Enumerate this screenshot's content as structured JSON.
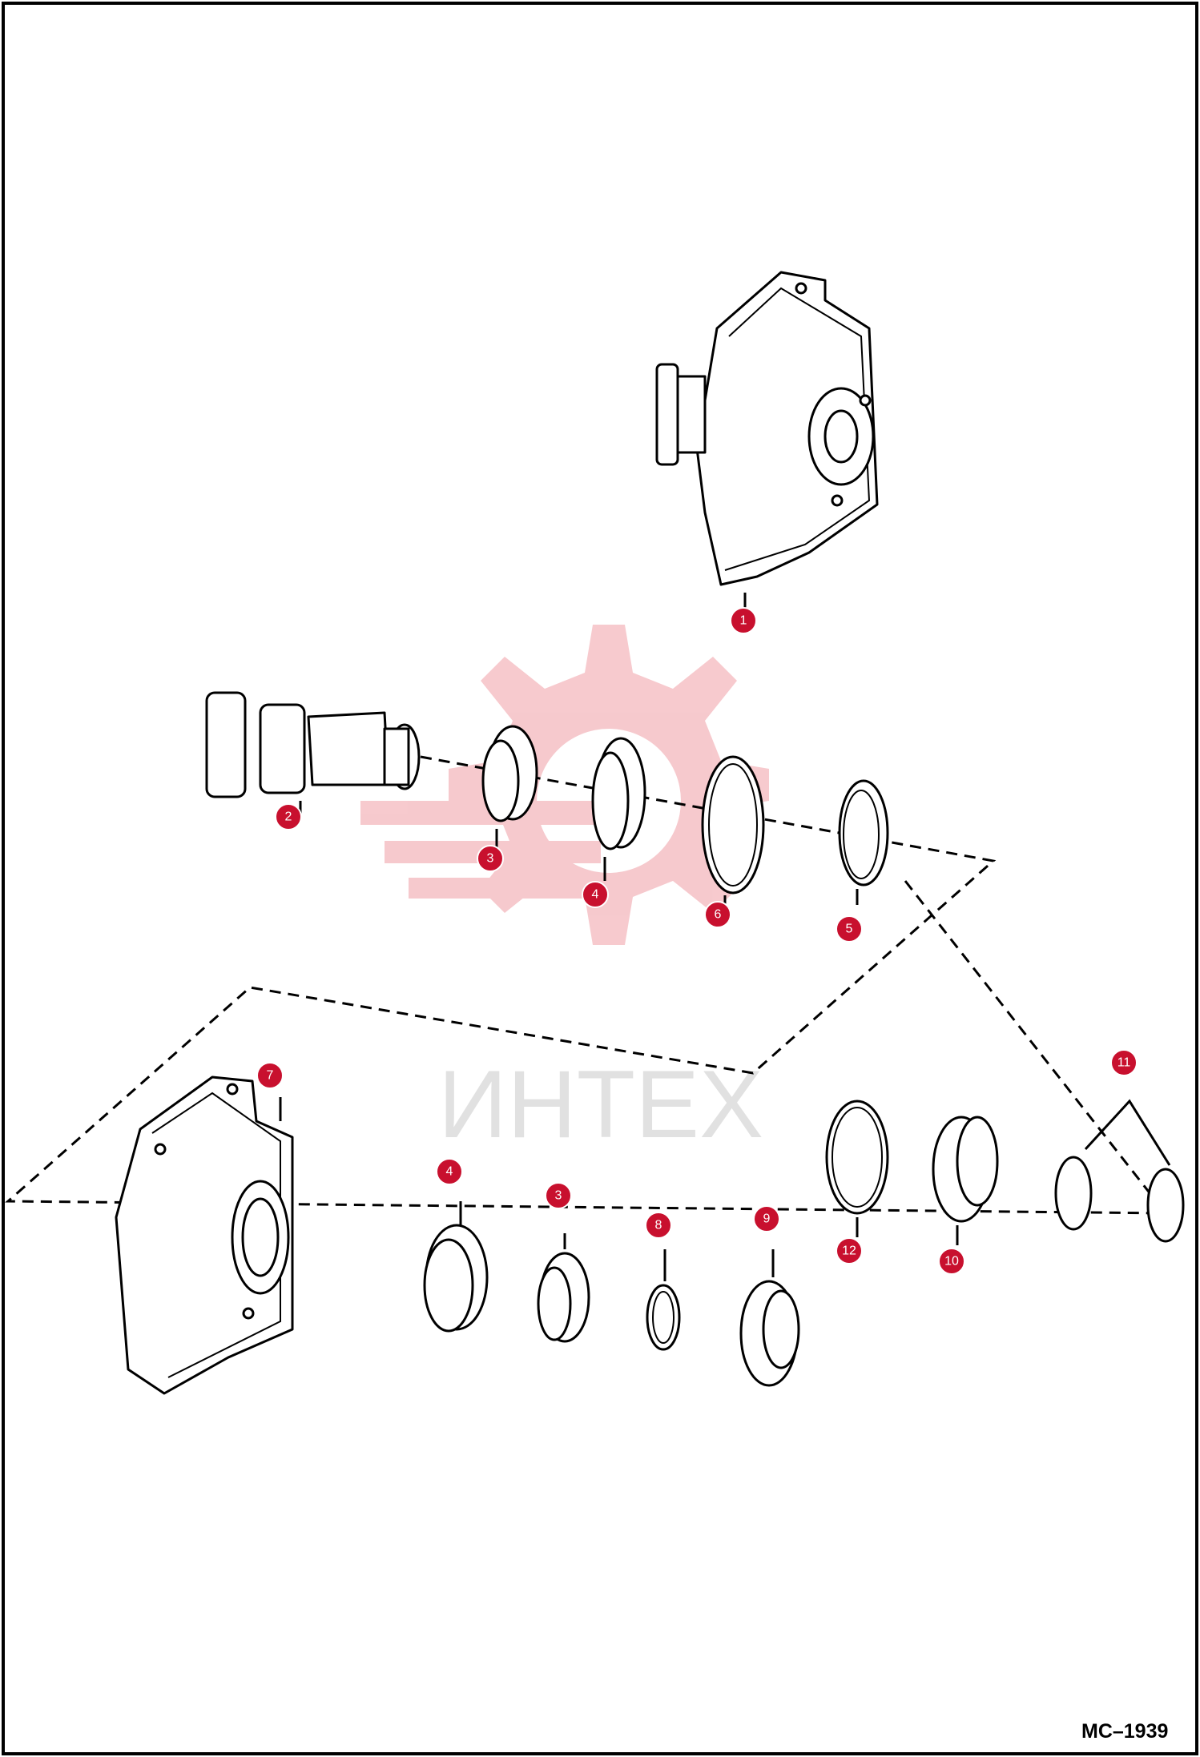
{
  "drawing_code": "MC–1939",
  "watermark": {
    "text": "ИНТЕХ",
    "color": "#f4b8bd"
  },
  "callout_color": "#c8102e",
  "callouts": [
    {
      "id": "c1",
      "label": "1"
    },
    {
      "id": "c2",
      "label": "2"
    },
    {
      "id": "c3a",
      "label": "3"
    },
    {
      "id": "c4a",
      "label": "4"
    },
    {
      "id": "c6",
      "label": "6"
    },
    {
      "id": "c5",
      "label": "5"
    },
    {
      "id": "c7",
      "label": "7"
    },
    {
      "id": "c4b",
      "label": "4"
    },
    {
      "id": "c3b",
      "label": "3"
    },
    {
      "id": "c8",
      "label": "8"
    },
    {
      "id": "c9",
      "label": "9"
    },
    {
      "id": "c12",
      "label": "12"
    },
    {
      "id": "c10",
      "label": "10"
    },
    {
      "id": "c11",
      "label": "11"
    }
  ]
}
